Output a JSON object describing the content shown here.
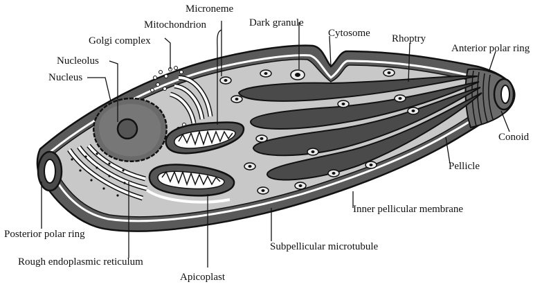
{
  "labels": {
    "microneme": "Microneme",
    "mitochondrion": "Mitochondrion",
    "golgi_complex": "Golgi complex",
    "nucleolus": "Nucleolus",
    "nucleus": "Nucleus",
    "dark_granule": "Dark granule",
    "cytosome": "Cytosome",
    "rhoptry": "Rhoptry",
    "anterior_polar_ring": "Anterior polar ring",
    "conoid": "Conoid",
    "pellicle": "Pellicle",
    "inner_pellicular_membrane": "Inner pellicular membrane",
    "posterior_polar_ring": "Posterior polar ring",
    "subpellicular_microtubule": "Subpellicular microtubule",
    "rough_endoplasmic_reticulum": "Rough endoplasmic reticulum",
    "apicoplast": "Apicoplast"
  },
  "colors": {
    "pellicle_outer": "#5a5a5a",
    "cytoplasm": "#c8c8c8",
    "organelle_dark": "#4a4a4a",
    "organelle_mid": "#7a7a7a",
    "outline": "#111111",
    "highlight": "#ffffff"
  }
}
